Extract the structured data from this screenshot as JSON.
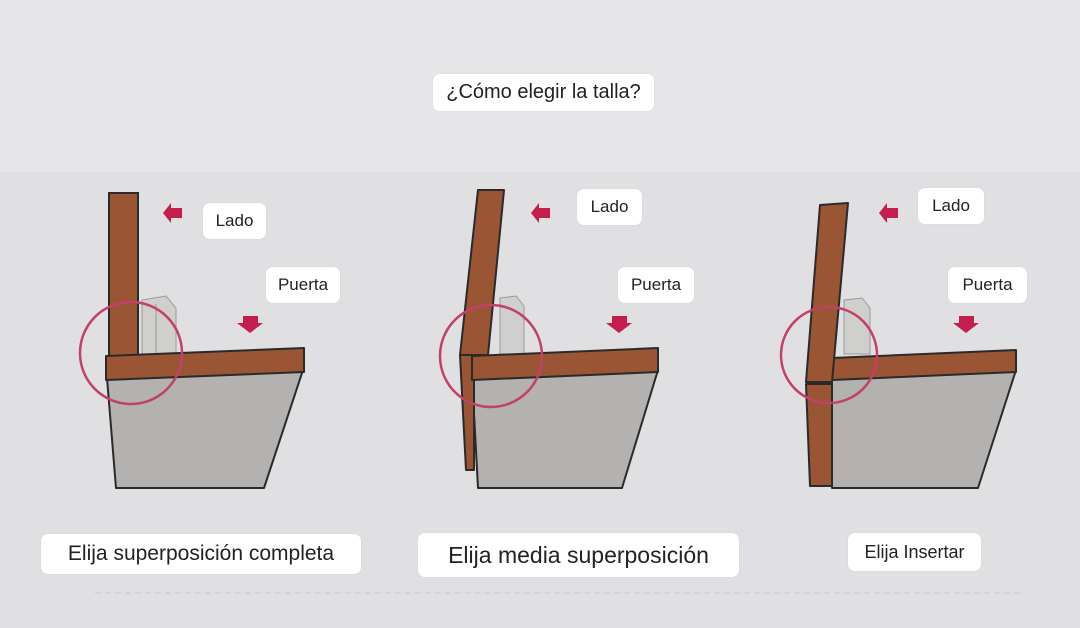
{
  "title": "¿Cómo elegir la talla?",
  "colors": {
    "wood": "#9a5535",
    "wood_edge": "#2a2a2a",
    "cabinet": "#b3b2b0",
    "arrow": "#c41e4e",
    "circle": "#c2406a"
  },
  "panels": [
    {
      "side_label": "Lado",
      "door_label": "Puerta",
      "caption": "Elija superposición completa",
      "side_arrow_icon": "arrow-left-icon",
      "door_arrow_icon": "arrow-down-icon"
    },
    {
      "side_label": "Lado",
      "door_label": "Puerta",
      "caption": "Elija media superposición",
      "side_arrow_icon": "arrow-left-icon",
      "door_arrow_icon": "arrow-down-icon"
    },
    {
      "side_label": "Lado",
      "door_label": "Puerta",
      "caption": "Elija Insertar",
      "side_arrow_icon": "arrow-left-icon",
      "door_arrow_icon": "arrow-down-icon"
    }
  ]
}
